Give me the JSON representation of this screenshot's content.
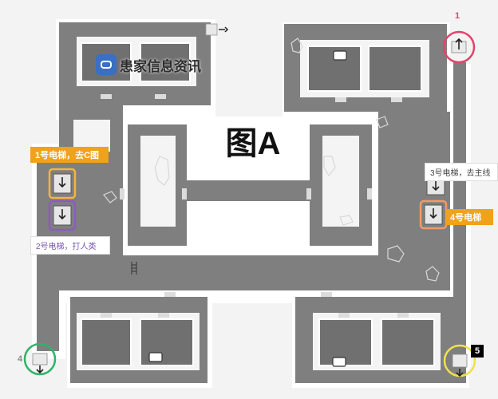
{
  "title": "图A",
  "watermark": {
    "text": "患家信息资讯",
    "logo_icon": "camera-logo-icon"
  },
  "elevators": [
    {
      "name": "1号电梯，去C图",
      "style": "orange"
    },
    {
      "name": "2号电梯，打人类",
      "style": "white"
    },
    {
      "name": "3号电梯，去主线",
      "style": "white"
    },
    {
      "name": "4号电梯",
      "style": "orange"
    }
  ],
  "exits": [
    {
      "number": "1",
      "color": "#e0456a"
    },
    {
      "number": "4",
      "color": "#2fb36b"
    },
    {
      "number": "5",
      "color": "#efe14a"
    }
  ],
  "colors": {
    "corridor": "#7e7e7e",
    "room": "#6f6f6f",
    "wall": "#ffffff",
    "label_orange": "#f0a21a",
    "elevator1_ring": "#f2b53d",
    "elevator2_ring": "#8a5cc0",
    "elevator4_ring": "#f29a6a"
  }
}
